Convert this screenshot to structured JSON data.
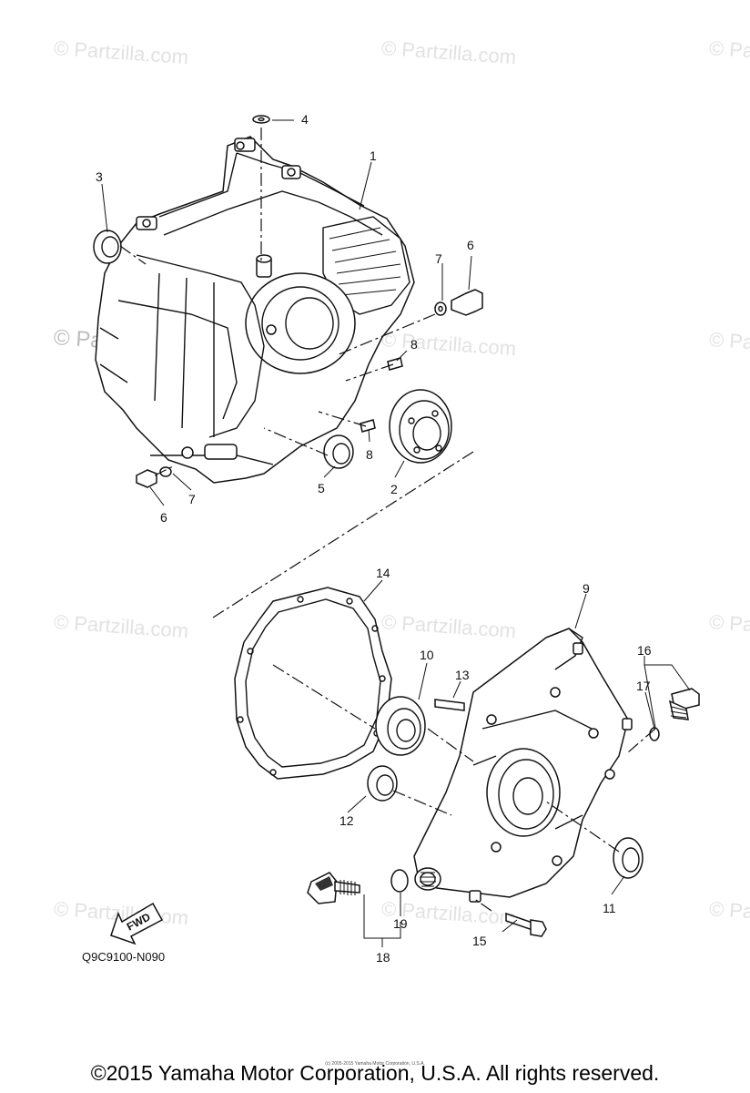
{
  "watermark": {
    "text": "© Partzilla.com",
    "strong_text": "© Partzilla.com"
  },
  "callouts": {
    "c1": "1",
    "c2": "2",
    "c3": "3",
    "c4": "4",
    "c5": "5",
    "c6a": "6",
    "c6b": "6",
    "c7a": "7",
    "c7b": "7",
    "c8a": "8",
    "c8b": "8",
    "c9": "9",
    "c10": "10",
    "c11": "11",
    "c12": "12",
    "c13": "13",
    "c14": "14",
    "c15": "15",
    "c16": "16",
    "c17": "17",
    "c18": "18",
    "c19": "19"
  },
  "fwd_label": "FWD",
  "diagram_code": "Q9C9100-N090",
  "copyright": "©2015 Yamaha Motor Corporation, U.S.A. All rights reserved.",
  "tiny_copyright": "(c) 2005-2015 Yamaha Motor Corporation, U.S.A."
}
